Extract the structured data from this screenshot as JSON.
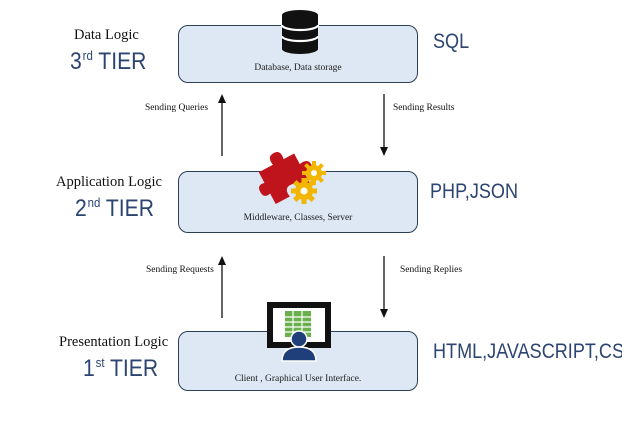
{
  "tiers": [
    {
      "logic": "Data Logic",
      "ordinal": "3",
      "suffix": "rd",
      "tier_word": "TIER",
      "box_text": "Database, Data storage",
      "tech": "SQL",
      "icon": "database-icon"
    },
    {
      "logic": "Application Logic",
      "ordinal": "2",
      "suffix": "nd",
      "tier_word": "TIER",
      "box_text": "Middleware, Classes, Server",
      "tech": "PHP,JSON",
      "icon": "puzzle-gears-icon"
    },
    {
      "logic": "Presentation Logic",
      "ordinal": "1",
      "suffix": "st",
      "tier_word": "TIER",
      "box_text": "Client , Graphical User Interface.",
      "tech": "HTML,JAVASCRIPT,CSS",
      "icon": "monitor-user-icon"
    }
  ],
  "arrows": {
    "upper_up": "Sending Queries",
    "upper_down": "Sending Results",
    "lower_up": "Sending Requests",
    "lower_down": "Sending Replies"
  },
  "colors": {
    "box_fill": "#dde8f4",
    "box_border": "#2b3f57",
    "tier_text": "#2b4470",
    "puzzle_red": "#c0141c",
    "gear_yellow": "#f2b600",
    "monitor_green": "#6ab04c"
  }
}
